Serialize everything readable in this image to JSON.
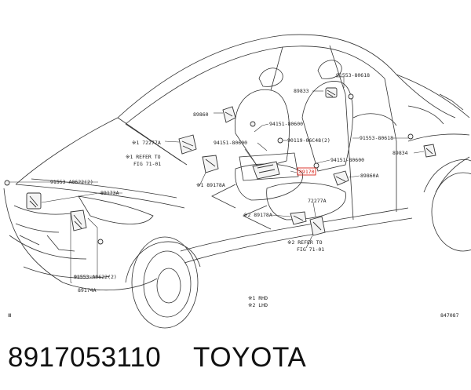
{
  "diagram": {
    "labels": {
      "p89833": "89833",
      "p91553_80618_top": "91553-80618",
      "p89860": "89860",
      "p94151_80600_a": "94151-80600",
      "p90119_06C48": "90119-06C48(2)",
      "p91553_80618_right": "91553-80618",
      "p72277A_left": "※1 72277A",
      "p94151_80600_b": "94151-80600",
      "p89834": "89834",
      "refer_to_left": "※1 REFER TO",
      "fig_left": "FIG 71-01",
      "p94151_80600_c": "94151-80600",
      "p91553_A0622_top": "91553-A0622(2)",
      "p89170": "89170",
      "p89860A": "89860A",
      "p89178A_left": "※1 89178A",
      "p89173A": "89173A",
      "p72277A_right": "72277A",
      "p89178A_right": "※2 89178A",
      "refer_to_right": "※2 REFER TO",
      "fig_right": "FIG 71-01",
      "p91553_A0622_bottom": "91553-A0622(2)",
      "p89174A": "89174A",
      "legend_1": "※1 RHD",
      "legend_2": "※2 LHD",
      "corner_mark": "Ⅲ",
      "figure_code": "847087"
    },
    "highlight_color": "#d9261c"
  },
  "caption": {
    "part_number": "8917053110",
    "brand": "TOYOTA"
  }
}
